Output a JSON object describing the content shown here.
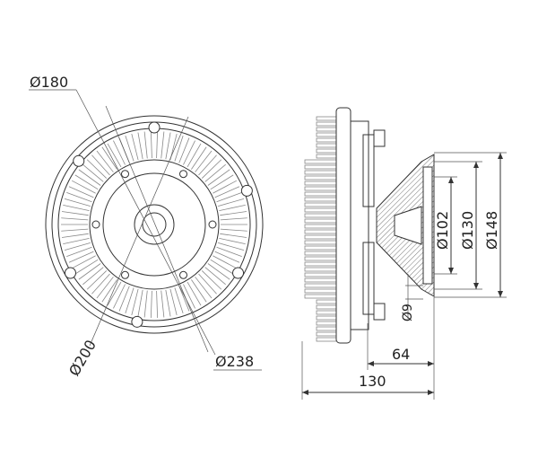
{
  "front_view": {
    "labels": {
      "d180": "Ø180",
      "d200": "Ø200",
      "d238": "Ø238"
    }
  },
  "side_view": {
    "labels": {
      "d102": "Ø102",
      "d130": "Ø130",
      "d148": "Ø148",
      "d9": "Ø9",
      "len64": "64",
      "len130": "130"
    }
  },
  "colors": {
    "line": "#333333",
    "fin": "#888888"
  }
}
